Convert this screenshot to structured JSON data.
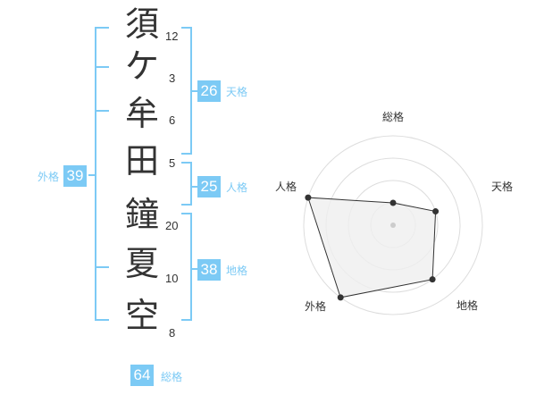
{
  "name": {
    "characters": [
      {
        "char": "須",
        "strokes": "12"
      },
      {
        "char": "ケ",
        "strokes": "3"
      },
      {
        "char": "牟",
        "strokes": "6"
      },
      {
        "char": "田",
        "strokes": "5"
      },
      {
        "char": "鐘",
        "strokes": "20"
      },
      {
        "char": "夏",
        "strokes": "10"
      },
      {
        "char": "空",
        "strokes": "8"
      }
    ]
  },
  "fortunes": {
    "tenkaku": {
      "value": "26",
      "label": "天格"
    },
    "jinkaku": {
      "value": "25",
      "label": "人格"
    },
    "chikaku": {
      "value": "38",
      "label": "地格"
    },
    "gaikaku": {
      "value": "39",
      "label": "外格"
    },
    "soukaku": {
      "value": "64",
      "label": "総格"
    }
  },
  "radar": {
    "axes": [
      "総格",
      "天格",
      "地格",
      "外格",
      "人格"
    ],
    "levels": 4,
    "scores": [
      1,
      2,
      3,
      4,
      4
    ],
    "colors": {
      "ring": "#dddddd",
      "polygon_fill": "#efefef",
      "polygon_stroke": "#333333",
      "point": "#333333",
      "center": "#cccccc"
    }
  },
  "colors": {
    "accent": "#7ccaf5",
    "text": "#333333"
  }
}
